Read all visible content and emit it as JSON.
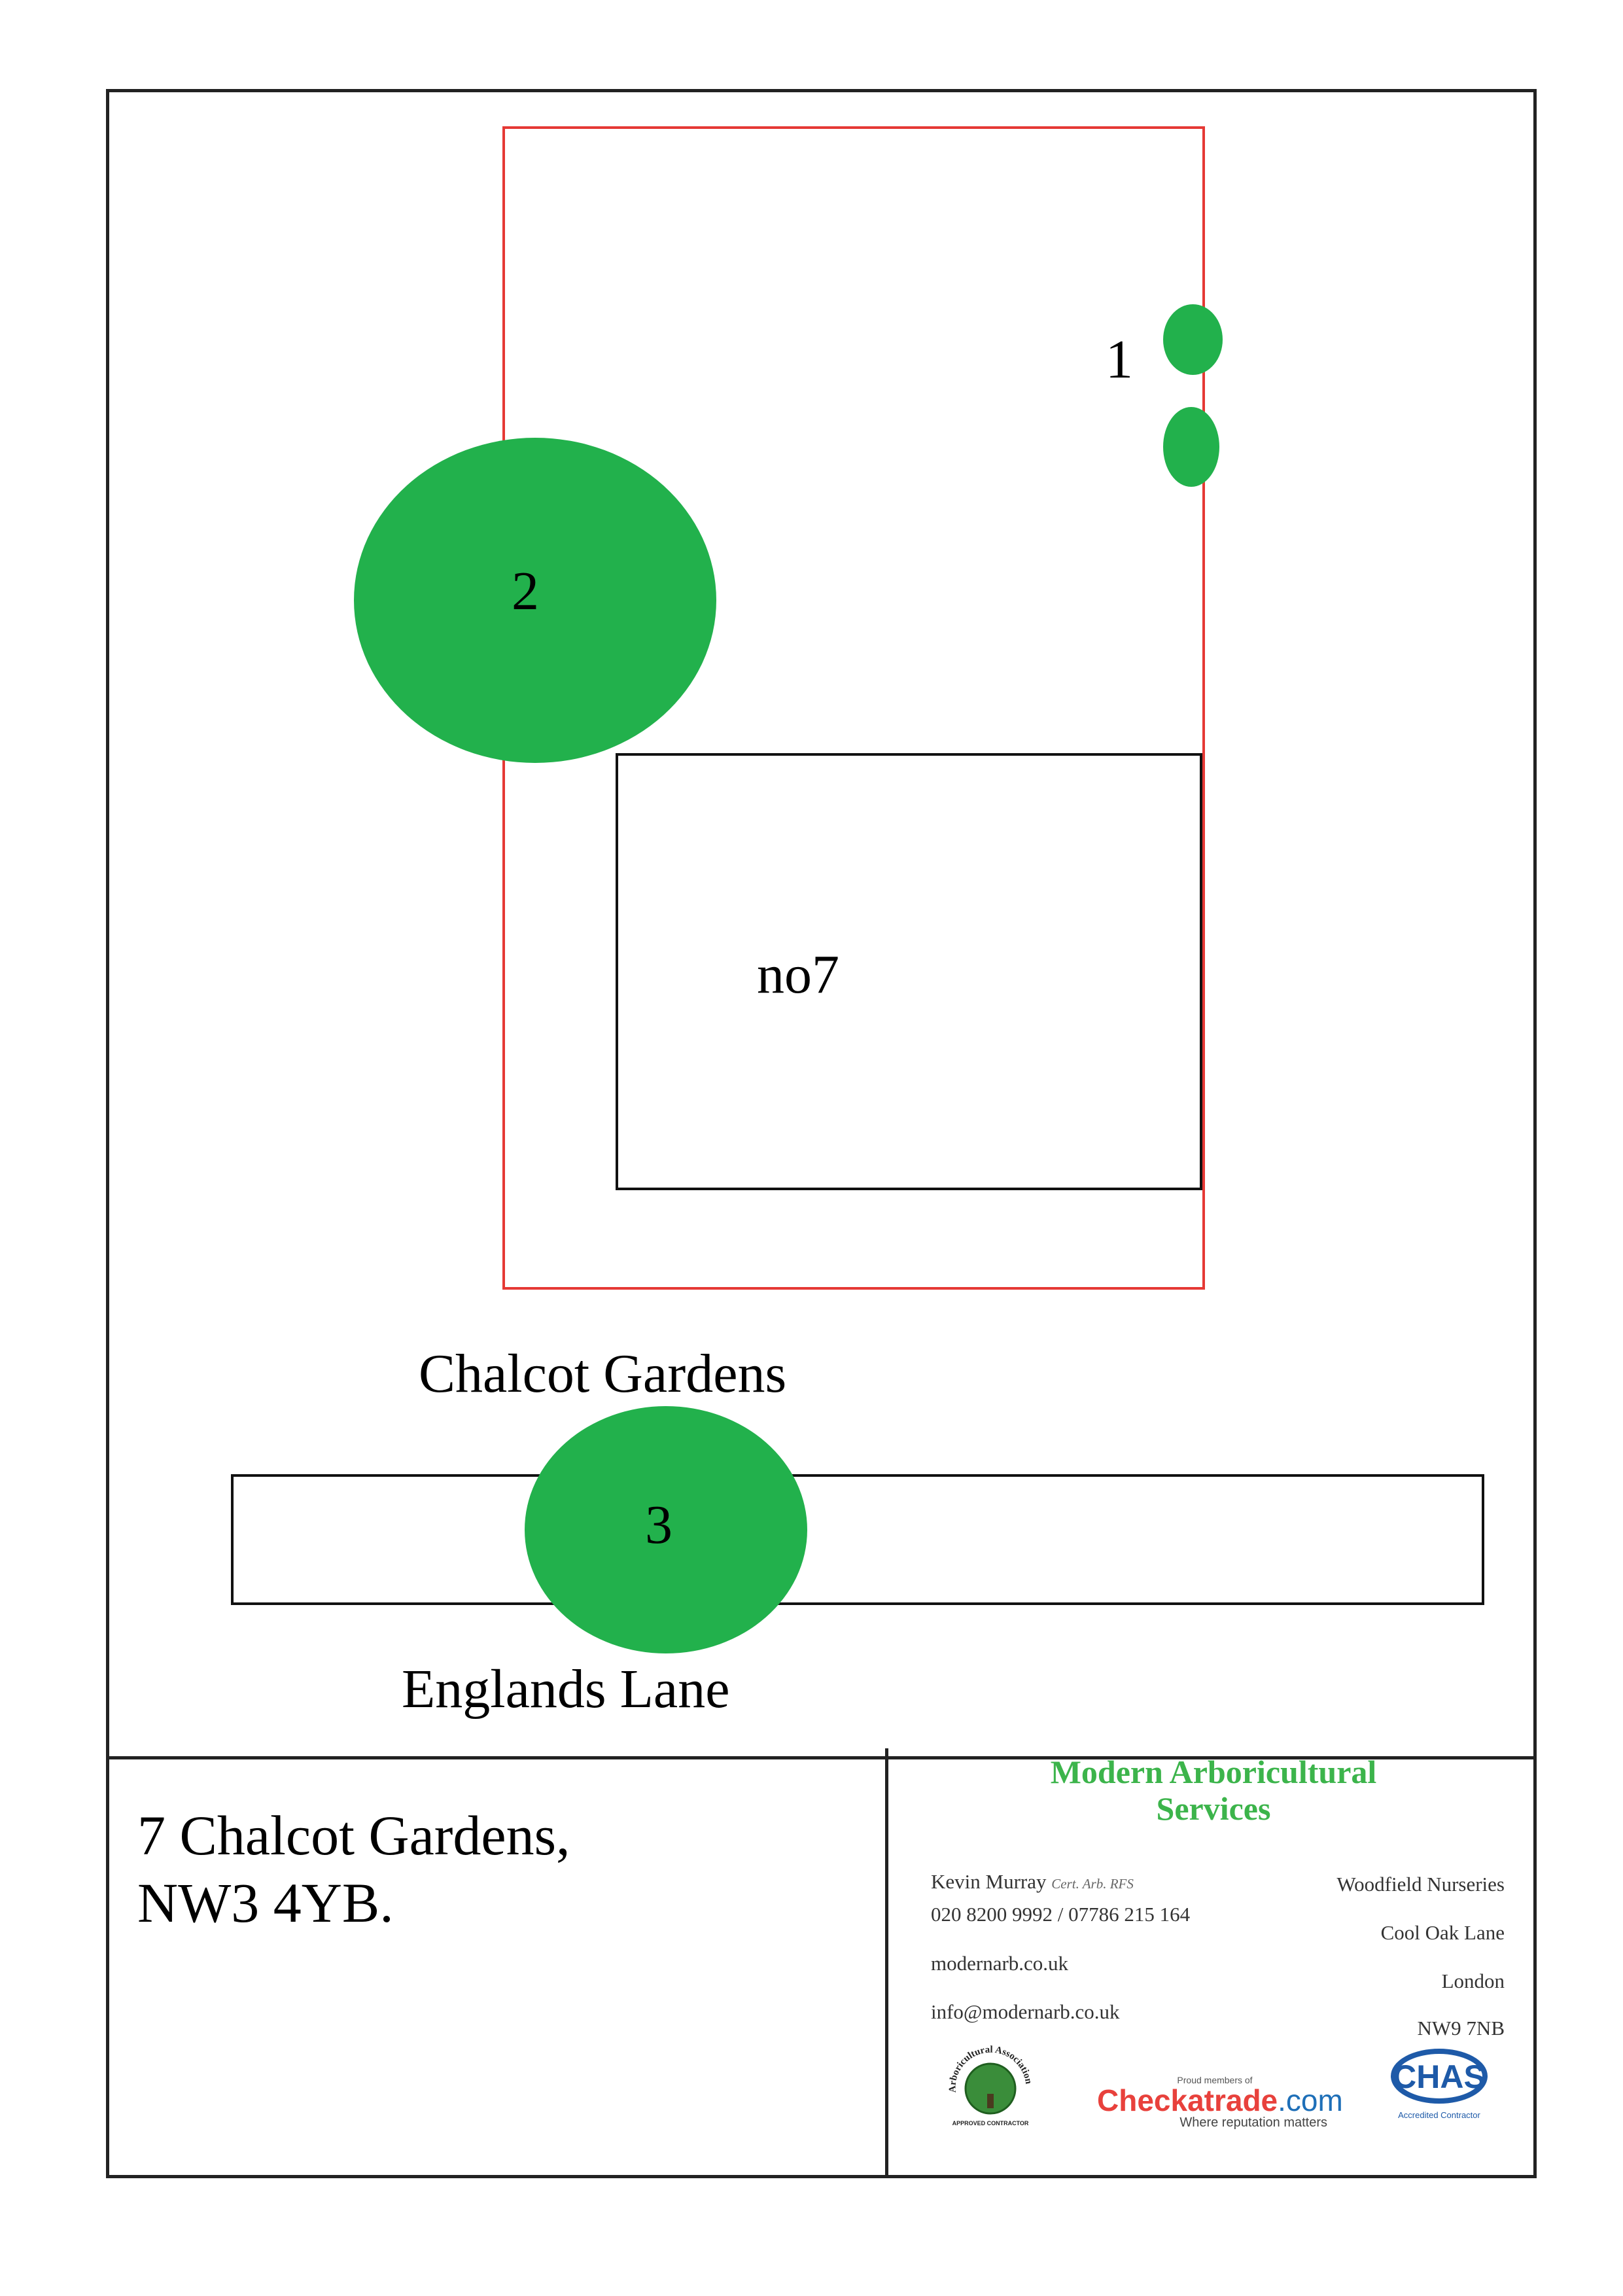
{
  "site_plan": {
    "tree_labels": [
      "1",
      "2",
      "3"
    ],
    "house_label": "no7",
    "street_upper": "Chalcot Gardens",
    "street_lower": "Englands Lane",
    "colors": {
      "tree": "#22b14c",
      "boundary": "#e53935"
    }
  },
  "title_block": {
    "address_line1": "7 Chalcot Gardens,",
    "address_line2": "NW3 4YB."
  },
  "business_card": {
    "company_line1": "Modern Arboricultural",
    "company_line2": "Services",
    "contact_name": "Kevin Murray",
    "contact_quals": "Cert. Arb. RFS",
    "phone": "020 8200 9992 / 07786 215 164",
    "website": "modernarb.co.uk",
    "email": "info@modernarb.co.uk",
    "address_line1": "Woodfield Nurseries",
    "address_line2": "Cool Oak Lane",
    "address_line3": "London",
    "address_line4": "NW9 7NB",
    "logos": {
      "arb_association": {
        "top_text": "Arboricultural Association",
        "bottom_text": "APPROVED CONTRACTOR"
      },
      "checkatrade": {
        "pre": "Proud members of",
        "brand": "Checkatrade",
        "brand_suffix": ".com",
        "tagline": "Where reputation matters"
      },
      "chas": {
        "mark": "CHAS",
        "subtitle": "Accredited Contractor"
      }
    },
    "colors": {
      "company_name": "#3cb44b"
    }
  }
}
